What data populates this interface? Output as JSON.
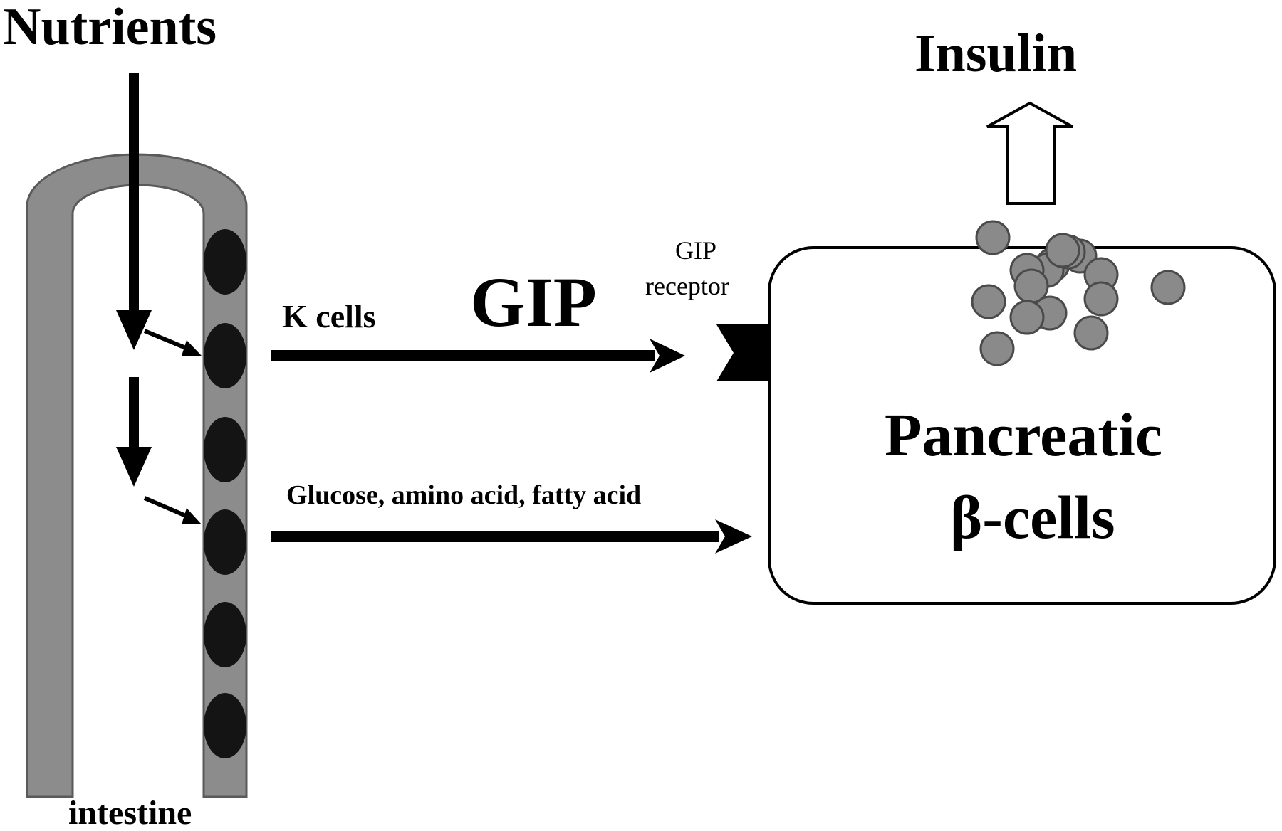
{
  "labels": {
    "nutrients": "Nutrients",
    "insulin": "Insulin",
    "k_cells": "K cells",
    "gip": "GIP",
    "gip_receptor_line1": "GIP",
    "gip_receptor_line2": "receptor",
    "nutrient_list": "Glucose, amino acid, fatty acid",
    "pancreatic": "Pancreatic",
    "beta_cells": "β-cells",
    "intestine": "intestine"
  },
  "colors": {
    "intestine_wall": "#8c8c8c",
    "intestine_wall_edge": "#5a5a5a",
    "k_cell": "#141414",
    "granule": "#8a8a8a",
    "granule_edge": "#4a4a4a",
    "arrow": "#000000",
    "cell_border": "#000000"
  },
  "icons": {
    "insulin_release": "hollow-up-arrow-icon",
    "receptor": "notched-receptor-icon"
  }
}
